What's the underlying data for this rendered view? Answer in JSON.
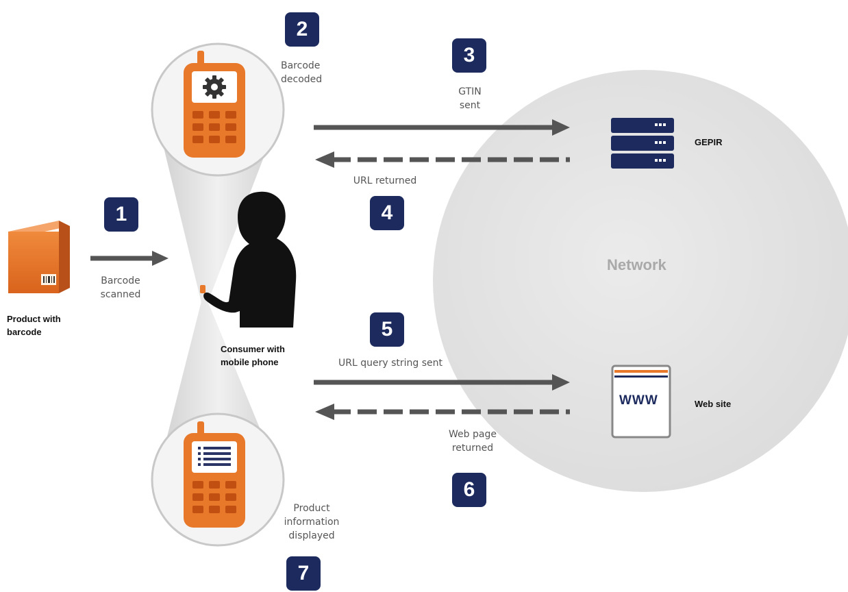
{
  "network": {
    "label": "Network"
  },
  "steps": {
    "s1": {
      "number": "1",
      "label_line1": "Barcode",
      "label_line2": "scanned"
    },
    "s2": {
      "number": "2",
      "label_line1": "Barcode",
      "label_line2": "decoded"
    },
    "s3": {
      "number": "3",
      "label_line1": "GTIN",
      "label_line2": "sent"
    },
    "s4": {
      "number": "4",
      "label": "URL returned"
    },
    "s5": {
      "number": "5",
      "label": "URL query string sent"
    },
    "s6": {
      "number": "6",
      "label_line1": "Web page",
      "label_line2": "returned"
    },
    "s7": {
      "number": "7",
      "label_line1": "Product",
      "label_line2": "information",
      "label_line3": "displayed"
    }
  },
  "actors": {
    "product": {
      "line1": "Product with",
      "line2": "barcode"
    },
    "consumer": {
      "line1": "Consumer with",
      "line2": "mobile phone"
    },
    "gepir": {
      "label": "GEPIR"
    },
    "website": {
      "label": "Web site",
      "screen_text": "WWW"
    }
  },
  "colors": {
    "badge": "#1c2a5e",
    "phone": "#e8782a",
    "arrow": "#555555",
    "network_bg": "#e6e6e6"
  }
}
